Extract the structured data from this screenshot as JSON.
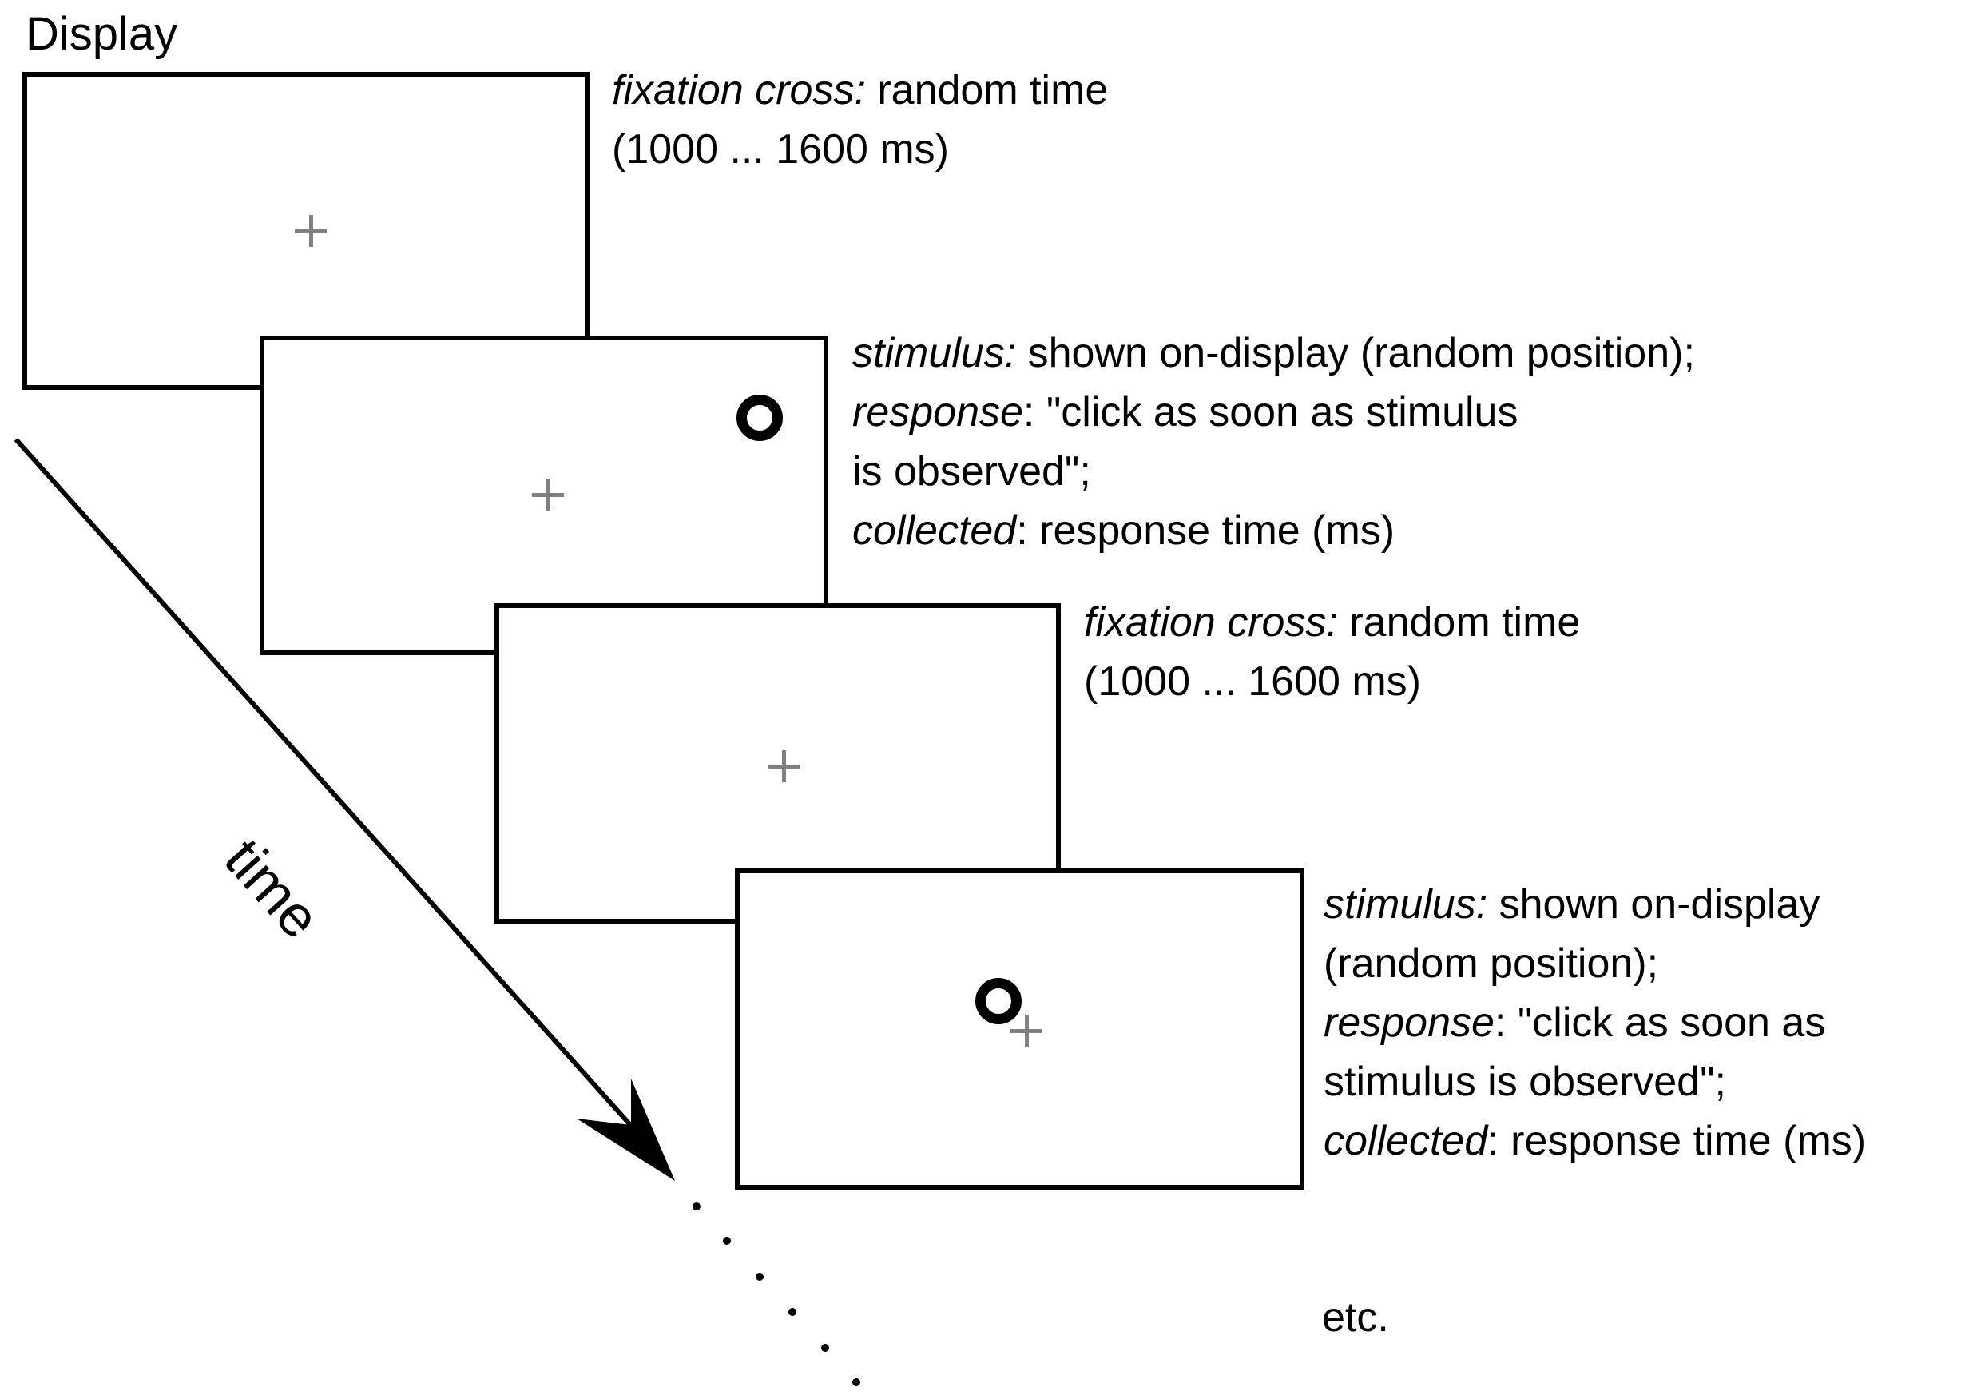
{
  "title": "Display",
  "time_axis_label": "time",
  "continuation_label": "etc.",
  "screens": [
    {
      "kind": "fixation",
      "lines": [
        [
          {
            "text": "fixation cross:",
            "italic": true
          },
          {
            "text": " random time",
            "italic": false
          }
        ],
        [
          {
            "text": "(1000 ... 1600 ms)",
            "italic": false
          }
        ]
      ]
    },
    {
      "kind": "stimulus",
      "lines": [
        [
          {
            "text": "stimulus:",
            "italic": true
          },
          {
            "text": " shown on-display (random position);",
            "italic": false
          }
        ],
        [
          {
            "text": "response",
            "italic": true
          },
          {
            "text": ": \"click as soon as stimulus",
            "italic": false
          }
        ],
        [
          {
            "text": "is observed\";",
            "italic": false
          }
        ],
        [
          {
            "text": "collected",
            "italic": true
          },
          {
            "text": ": response time (ms)",
            "italic": false
          }
        ]
      ]
    },
    {
      "kind": "fixation",
      "lines": [
        [
          {
            "text": "fixation cross:",
            "italic": true
          },
          {
            "text": " random time",
            "italic": false
          }
        ],
        [
          {
            "text": "(1000 ... 1600 ms)",
            "italic": false
          }
        ]
      ]
    },
    {
      "kind": "stimulus",
      "lines": [
        [
          {
            "text": "stimulus:",
            "italic": true
          },
          {
            "text": " shown on-display",
            "italic": false
          }
        ],
        [
          {
            "text": "(random position);",
            "italic": false
          }
        ],
        [
          {
            "text": "response",
            "italic": true
          },
          {
            "text": ": \"click as soon as",
            "italic": false
          }
        ],
        [
          {
            "text": "stimulus is observed\";",
            "italic": false
          }
        ],
        [
          {
            "text": "collected",
            "italic": true
          },
          {
            "text": ": response time (ms)",
            "italic": false
          }
        ]
      ]
    }
  ],
  "colors": {
    "outline": "#000000",
    "fixation_cross": "#808080",
    "background": "#ffffff"
  }
}
